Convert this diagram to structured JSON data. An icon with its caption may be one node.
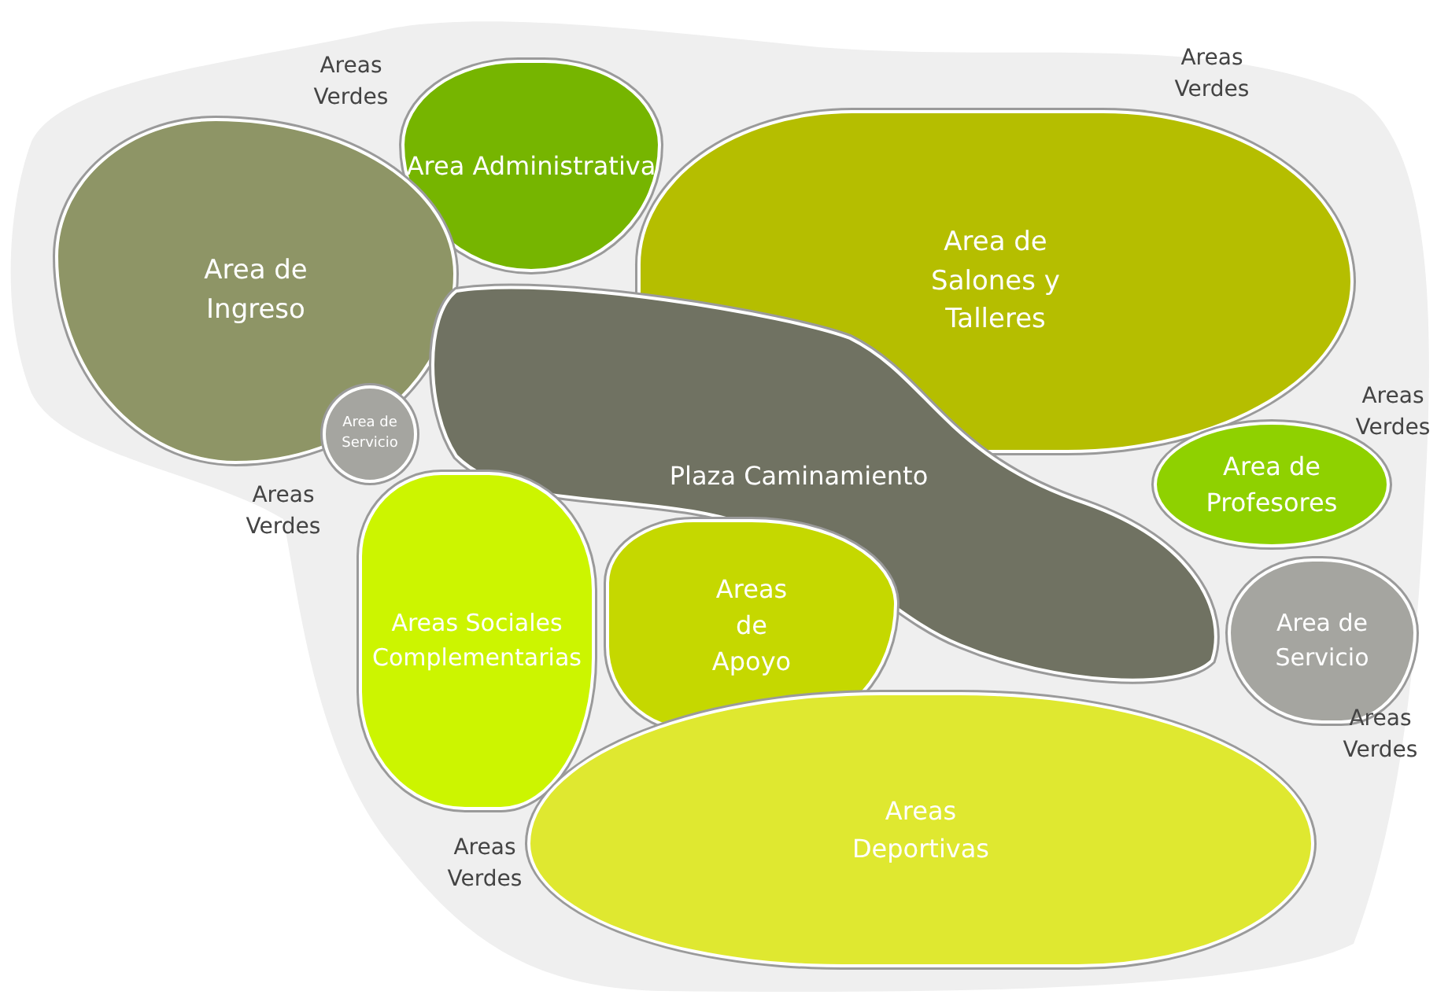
{
  "diagram": {
    "nodes": [
      {
        "text": [
          "Area Administrativa"
        ]
      },
      {
        "text": [
          "Area de Ingreso"
        ]
      },
      {
        "text": [
          "Area de Salones y Talleres"
        ]
      },
      {
        "text": [
          "Plaza Caminamiento"
        ]
      },
      {
        "text": [
          "Area de Servicio"
        ]
      },
      {
        "text": [
          "Area de Profesores"
        ]
      },
      {
        "text": [
          "Areas Sociales Complementarias"
        ]
      },
      {
        "text": [
          "Areas de Apoyo"
        ]
      },
      {
        "text": [
          "Area de Servicio"
        ]
      },
      {
        "text": [
          "Areas Deportivas"
        ]
      }
    ],
    "labels": [
      "Areas Verdes",
      "Areas Verdes",
      "Areas Verdes",
      "Areas Verdes",
      "Areas Verdes",
      "Areas Verdes"
    ]
  }
}
